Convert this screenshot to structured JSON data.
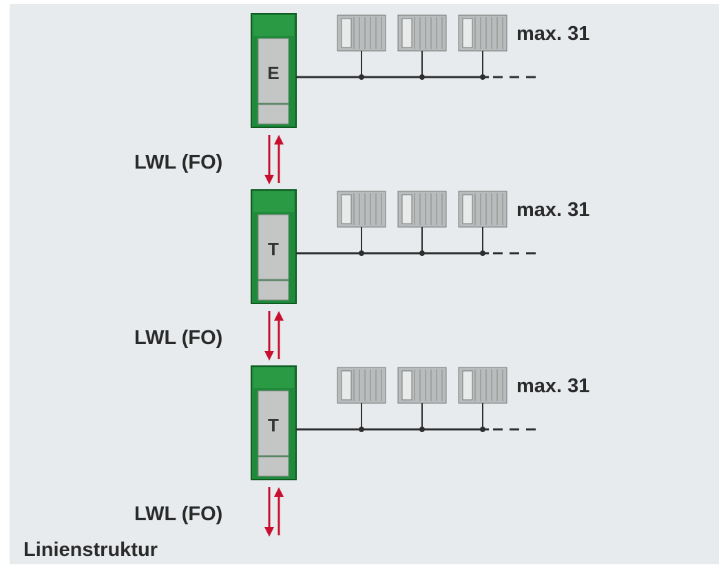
{
  "colors": {
    "background": "#e8ebee",
    "module_green": "#1f8a3a",
    "module_green_dark": "#0f5a22",
    "module_gray": "#c4c6c6",
    "fiber_red": "#c8102e",
    "bus_line": "#2d2d2d",
    "device_gray": "#b8bcbd"
  },
  "diagram": {
    "modules": [
      {
        "letter": "E",
        "bus_label": "max. 31",
        "device_count": 3,
        "icon": "io-station-icon"
      },
      {
        "letter": "T",
        "bus_label": "max. 31",
        "device_count": 3,
        "icon": "io-station-icon"
      },
      {
        "letter": "T",
        "bus_label": "max. 31",
        "device_count": 3,
        "icon": "io-station-icon"
      }
    ],
    "links": [
      {
        "label": "LWL (FO)"
      },
      {
        "label": "LWL (FO)"
      },
      {
        "label": "LWL (FO)"
      }
    ],
    "caption": "Linienstruktur"
  }
}
